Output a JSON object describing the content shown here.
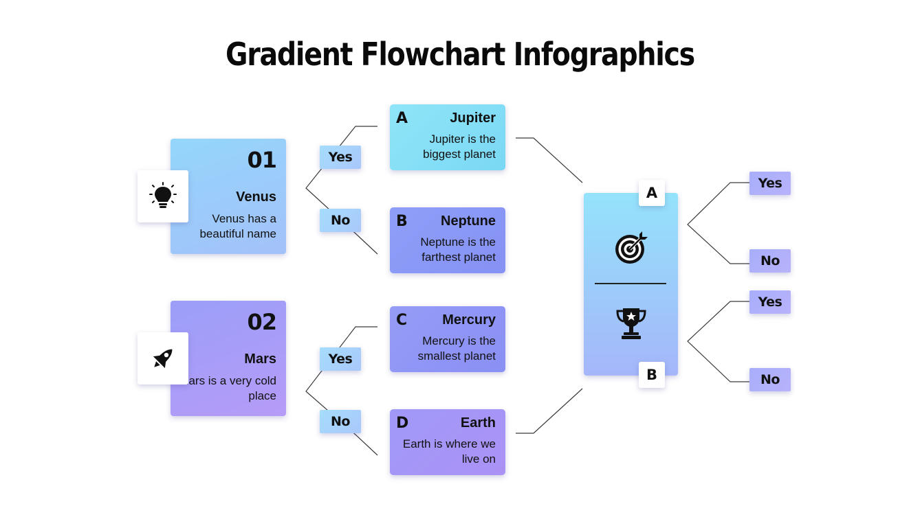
{
  "title": "Gradient Flowchart Infographics",
  "cards": [
    {
      "number": "01",
      "title": "Venus",
      "desc": "Venus has a beautiful name",
      "icon": "lightbulb-icon"
    },
    {
      "number": "02",
      "title": "Mars",
      "desc": "Mars is a very cold place",
      "icon": "rocket-icon"
    }
  ],
  "decisions": {
    "yes": "Yes",
    "no": "No"
  },
  "options": [
    {
      "letter": "A",
      "title": "Jupiter",
      "desc": "Jupiter is the biggest planet"
    },
    {
      "letter": "B",
      "title": "Neptune",
      "desc": "Neptune is the farthest planet"
    },
    {
      "letter": "C",
      "title": "Mercury",
      "desc": "Mercury is the smallest planet"
    },
    {
      "letter": "D",
      "title": "Earth",
      "desc": "Earth is where we live on"
    }
  ],
  "result": {
    "tag_a": "A",
    "tag_b": "B",
    "icon_top": "target-icon",
    "icon_bottom": "trophy-icon"
  },
  "colors": {
    "card1": "#94d6fb",
    "card2": "#b59cf8",
    "optionA": "#8fe5f8",
    "optionB": "#8f9ff8",
    "optionC": "#959cf6",
    "optionD": "#ab92f5"
  }
}
